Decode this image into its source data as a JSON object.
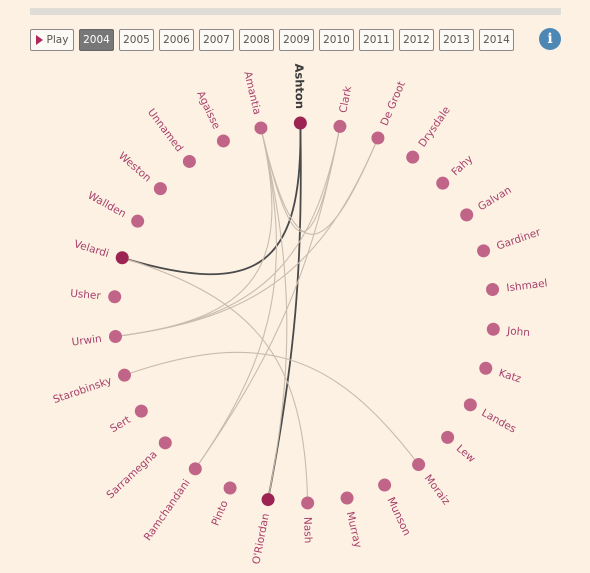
{
  "controls": {
    "play_label": "Play",
    "years": [
      "2004",
      "2005",
      "2006",
      "2007",
      "2008",
      "2009",
      "2010",
      "2011",
      "2012",
      "2013",
      "2014"
    ],
    "active_year": "2004",
    "info_label": "i"
  },
  "colors": {
    "background": "#fdf1e3",
    "node": "#c06488",
    "node_highlight": "#9c2452",
    "label": "#a7416b",
    "link": "#c9bcae",
    "link_highlight": "#4a4a4a",
    "active_button": "#777777",
    "info_icon": "#4d87b4"
  },
  "network": {
    "highlighted": "Ashton",
    "nodes": [
      "Ashton",
      "Clark",
      "De Groot",
      "Drysdale",
      "Fahy",
      "Galvan",
      "Gardiner",
      "Ishmael",
      "John",
      "Katz",
      "Landes",
      "Lew",
      "Moraiz",
      "Munson",
      "Murray",
      "Nash",
      "O'Riordan",
      "Pinto",
      "Ramchandani",
      "Sarramegna",
      "Sert",
      "Starobinsky",
      "Urwin",
      "Usher",
      "Velardi",
      "Wallden",
      "Weston",
      "Unnamed",
      "Agaisse",
      "Amantia"
    ],
    "links": [
      {
        "source": "Ashton",
        "target": "Velardi",
        "highlight": true
      },
      {
        "source": "Ashton",
        "target": "O'Riordan",
        "highlight": true
      },
      {
        "source": "Amantia",
        "target": "Urwin",
        "highlight": false
      },
      {
        "source": "Amantia",
        "target": "O'Riordan",
        "highlight": false
      },
      {
        "source": "Amantia",
        "target": "Ramchandani",
        "highlight": false
      },
      {
        "source": "Amantia",
        "target": "Clark",
        "highlight": false
      },
      {
        "source": "Clark",
        "target": "Urwin",
        "highlight": false
      },
      {
        "source": "Clark",
        "target": "Ramchandani",
        "highlight": false
      },
      {
        "source": "De Groot",
        "target": "Urwin",
        "highlight": false
      },
      {
        "source": "De Groot",
        "target": "Amantia",
        "highlight": false
      },
      {
        "source": "Starobinsky",
        "target": "Moraiz",
        "highlight": false
      },
      {
        "source": "Velardi",
        "target": "Nash",
        "highlight": false
      }
    ]
  }
}
